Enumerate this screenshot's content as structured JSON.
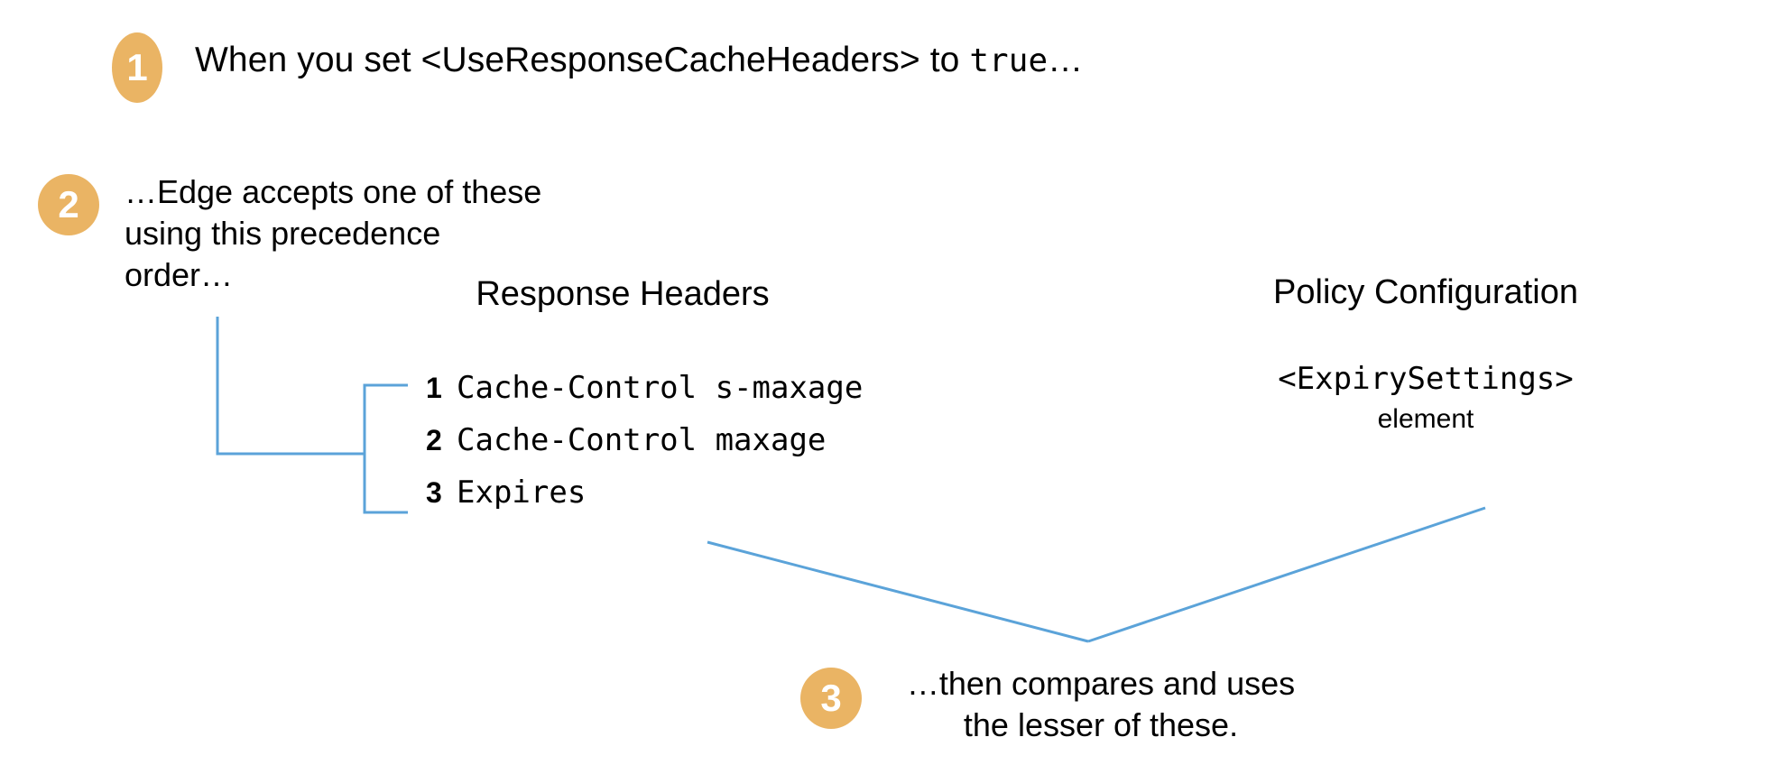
{
  "diagram": {
    "background_color": "#ffffff",
    "accent_color": "#eab464",
    "line_color": "#5ba3d9",
    "text_color": "#000000"
  },
  "steps": [
    {
      "number": "1",
      "text_prefix": "When you set <UseResponseCacheHeaders> to ",
      "text_code": "true",
      "text_suffix": "…"
    },
    {
      "number": "2",
      "line1": "…Edge accepts one of these",
      "line2": "using this precedence",
      "line3": "order…"
    },
    {
      "number": "3",
      "line1": "…then compares and uses",
      "line2": "the lesser of these."
    }
  ],
  "columns": {
    "response_headers": {
      "heading": "Response Headers",
      "items": [
        {
          "rank": "1",
          "name": "Cache-Control s-maxage"
        },
        {
          "rank": "2",
          "name": "Cache-Control maxage"
        },
        {
          "rank": "3",
          "name": "Expires"
        }
      ]
    },
    "policy_configuration": {
      "heading": "Policy Configuration",
      "element": "<ExpirySettings>",
      "element_label": "element"
    }
  }
}
